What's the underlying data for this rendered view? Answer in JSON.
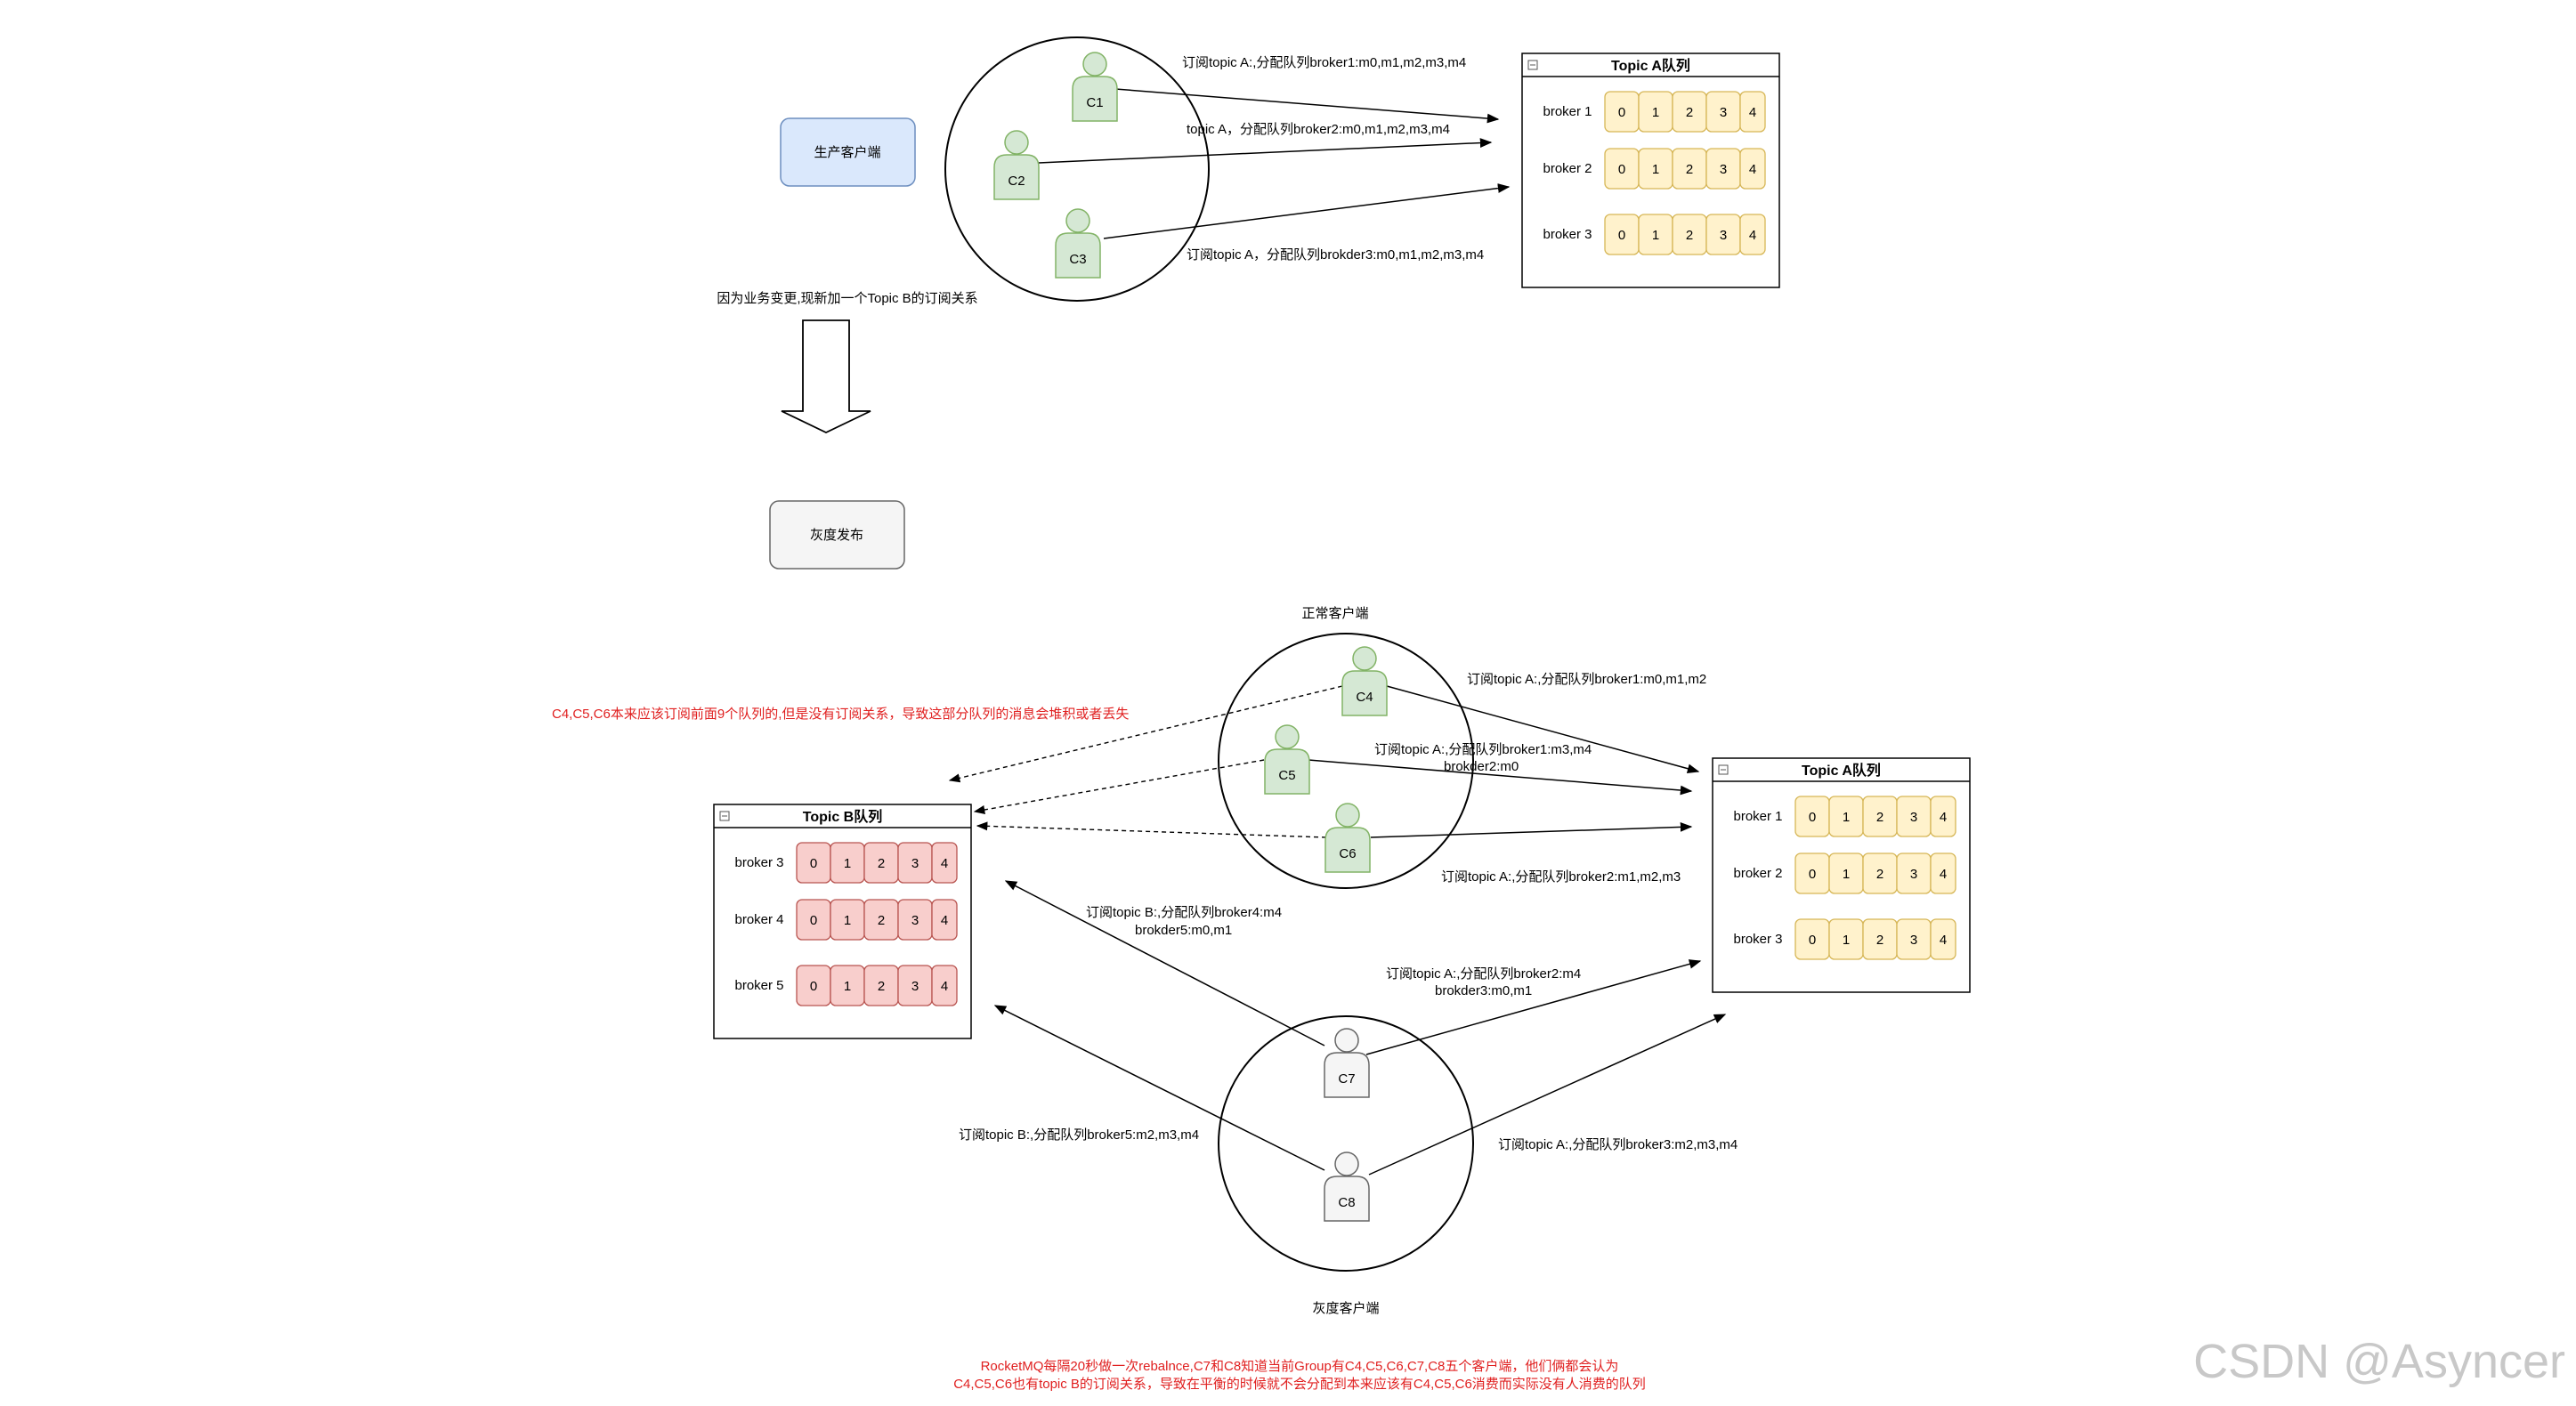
{
  "producer": {
    "label": "生产客户端",
    "fill": "#dae8fc",
    "stroke": "#6c8ebf"
  },
  "gray_release": {
    "label": "灰度发布",
    "fill": "#f5f5f5",
    "stroke": "#666666"
  },
  "business_change": "因为业务变更,现新加一个Topic B的订阅关系",
  "top_topic_a": {
    "title": "Topic A队列",
    "brokers": [
      {
        "label": "broker 1",
        "queues": [
          "0",
          "1",
          "2",
          "3",
          "4"
        ]
      },
      {
        "label": "broker 2",
        "queues": [
          "0",
          "1",
          "2",
          "3",
          "4"
        ]
      },
      {
        "label": "broker 3",
        "queues": [
          "0",
          "1",
          "2",
          "3",
          "4"
        ]
      }
    ]
  },
  "top_consumers": [
    "C1",
    "C2",
    "C3"
  ],
  "top_edges": [
    "订阅topic A:,分配队列broker1:m0,m1,m2,m3,m4",
    "topic A，分配队列broker2:m0,m1,m2,m3,m4",
    "订阅topic A，分配队列brokder3:m0,m1,m2,m3,m4"
  ],
  "normal_clients": {
    "label": "正常客户端",
    "consumers": [
      "C4",
      "C5",
      "C6"
    ]
  },
  "gray_clients": {
    "label": "灰度客户端",
    "consumers": [
      "C7",
      "C8"
    ]
  },
  "topic_b": {
    "title": "Topic B队列",
    "brokers": [
      {
        "label": "broker 3",
        "queues": [
          "0",
          "1",
          "2",
          "3",
          "4"
        ]
      },
      {
        "label": "broker 4",
        "queues": [
          "0",
          "1",
          "2",
          "3",
          "4"
        ]
      },
      {
        "label": "broker 5",
        "queues": [
          "0",
          "1",
          "2",
          "3",
          "4"
        ]
      }
    ]
  },
  "bottom_topic_a": {
    "title": "Topic A队列",
    "brokers": [
      {
        "label": "broker 1",
        "queues": [
          "0",
          "1",
          "2",
          "3",
          "4"
        ]
      },
      {
        "label": "broker 2",
        "queues": [
          "0",
          "1",
          "2",
          "3",
          "4"
        ]
      },
      {
        "label": "broker 3",
        "queues": [
          "0",
          "1",
          "2",
          "3",
          "4"
        ]
      }
    ]
  },
  "bottom_edges": {
    "c4": "订阅topic A:,分配队列broker1:m0,m1,m2",
    "c5_line1": "订阅topic A:,分配队列broker1:m3,m4",
    "c5_line2": "brokder2:m0",
    "c6": "订阅topic A:,分配队列broker2:m1,m2,m3",
    "c7_b_line1": "订阅topic B:,分配队列broker4:m4",
    "c7_b_line2": "brokder5:m0,m1",
    "c7_a_line1": "订阅topic A:,分配队列broker2:m4",
    "c7_a_line2": "brokder3:m0,m1",
    "c8_b": "订阅topic B:,分配队列broker5:m2,m3,m4",
    "c8_a": "订阅topic A:,分配队列broker3:m2,m3,m4"
  },
  "note_missing": "C4,C5,C6本来应该订阅前面9个队列的,但是没有订阅关系，导致这部分队列的消息会堆积或者丢失",
  "note_bottom_line1": "RocketMQ每隔20秒做一次rebalnce,C7和C8知道当前Group有C4,C5,C6,C7,C8五个客户端，他们俩都会认为",
  "note_bottom_line2": "C4,C5,C6也有topic B的订阅关系，导致在平衡的时候就不会分配到本来应该有C4,C5,C6消费而实际没有人消费的队列",
  "watermark": "CSDN @Asyncer",
  "colors": {
    "queue_yellow": "#fff2cc",
    "queue_yellow_stroke": "#d6b656",
    "queue_red": "#f8cecc",
    "queue_red_stroke": "#b85450",
    "person_green": "#d5e8d4",
    "person_green_stroke": "#82b366",
    "person_gray": "#f5f5f5",
    "person_gray_stroke": "#666666",
    "note_red": "#e02020"
  }
}
